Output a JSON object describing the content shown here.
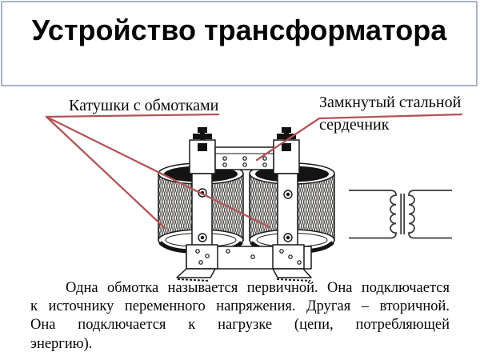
{
  "title": {
    "text": "Устройство трансформатора"
  },
  "labels": {
    "coils": "Катушки с обмотками",
    "core": "Замкнутый стальной сердечник"
  },
  "paragraph": {
    "lines": [
      "Одна обмотка называется первичной. Она подключается",
      "к источнику переменного напряжения. Другая – вторичной.",
      "Она подключается к нагрузке (цепи, потребляющей",
      "энергию)."
    ]
  },
  "figure": {
    "illustration": "transformer-with-two-coils",
    "schematic": "transformer-circuit-symbol"
  },
  "colors": {
    "annotation_red": "#b25458",
    "title_border": "#a6b4cb",
    "ink": "#1a1a1a",
    "schematic_gray": "#3a3a3a"
  }
}
